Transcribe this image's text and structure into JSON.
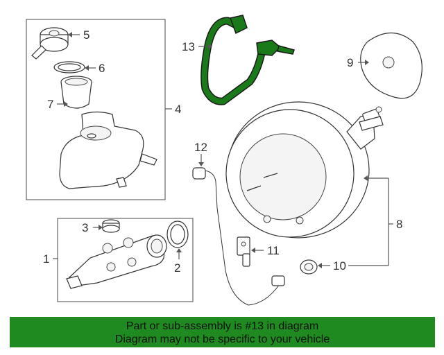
{
  "callouts": {
    "c1": "1",
    "c2": "2",
    "c3": "3",
    "c4": "4",
    "c5": "5",
    "c6": "6",
    "c7": "7",
    "c8": "8",
    "c9": "9",
    "c10": "10",
    "c11": "11",
    "c12": "12",
    "c13": "13"
  },
  "highlight_color": "#1a7a1a",
  "banner": {
    "line1": "Part or sub-assembly is #13 in diagram",
    "line2": "Diagram may not be specific to your vehicle",
    "background": "#1f8a1f"
  }
}
